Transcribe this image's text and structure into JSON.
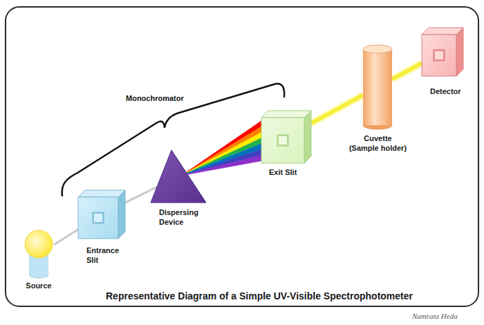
{
  "diagram": {
    "caption": "Representative Diagram of a Simple UV-Visible Spectrophotometer",
    "nodes": [
      {
        "text": [
          "Source"
        ]
      },
      {
        "text": [
          "Entrance Slit"
        ]
      },
      {
        "text": [
          "Dispersing Device"
        ]
      },
      {
        "text": [
          "Exit Slit"
        ]
      },
      {
        "text": [
          "Cuvette (Sample holder)"
        ]
      },
      {
        "text": [
          "Detector"
        ]
      }
    ],
    "edges": [
      {
        "from": 0,
        "to": 1,
        "arrow": "none"
      },
      {
        "from": 1,
        "to": 2,
        "arrow": "none"
      },
      {
        "from": 2,
        "to": 3,
        "arrow": "none"
      },
      {
        "from": 3,
        "to": 4,
        "arrow": "none"
      },
      {
        "from": 4,
        "to": 5,
        "arrow": "none"
      }
    ],
    "labels": [
      "Monochromator",
      "Namrata Heda"
    ]
  }
}
